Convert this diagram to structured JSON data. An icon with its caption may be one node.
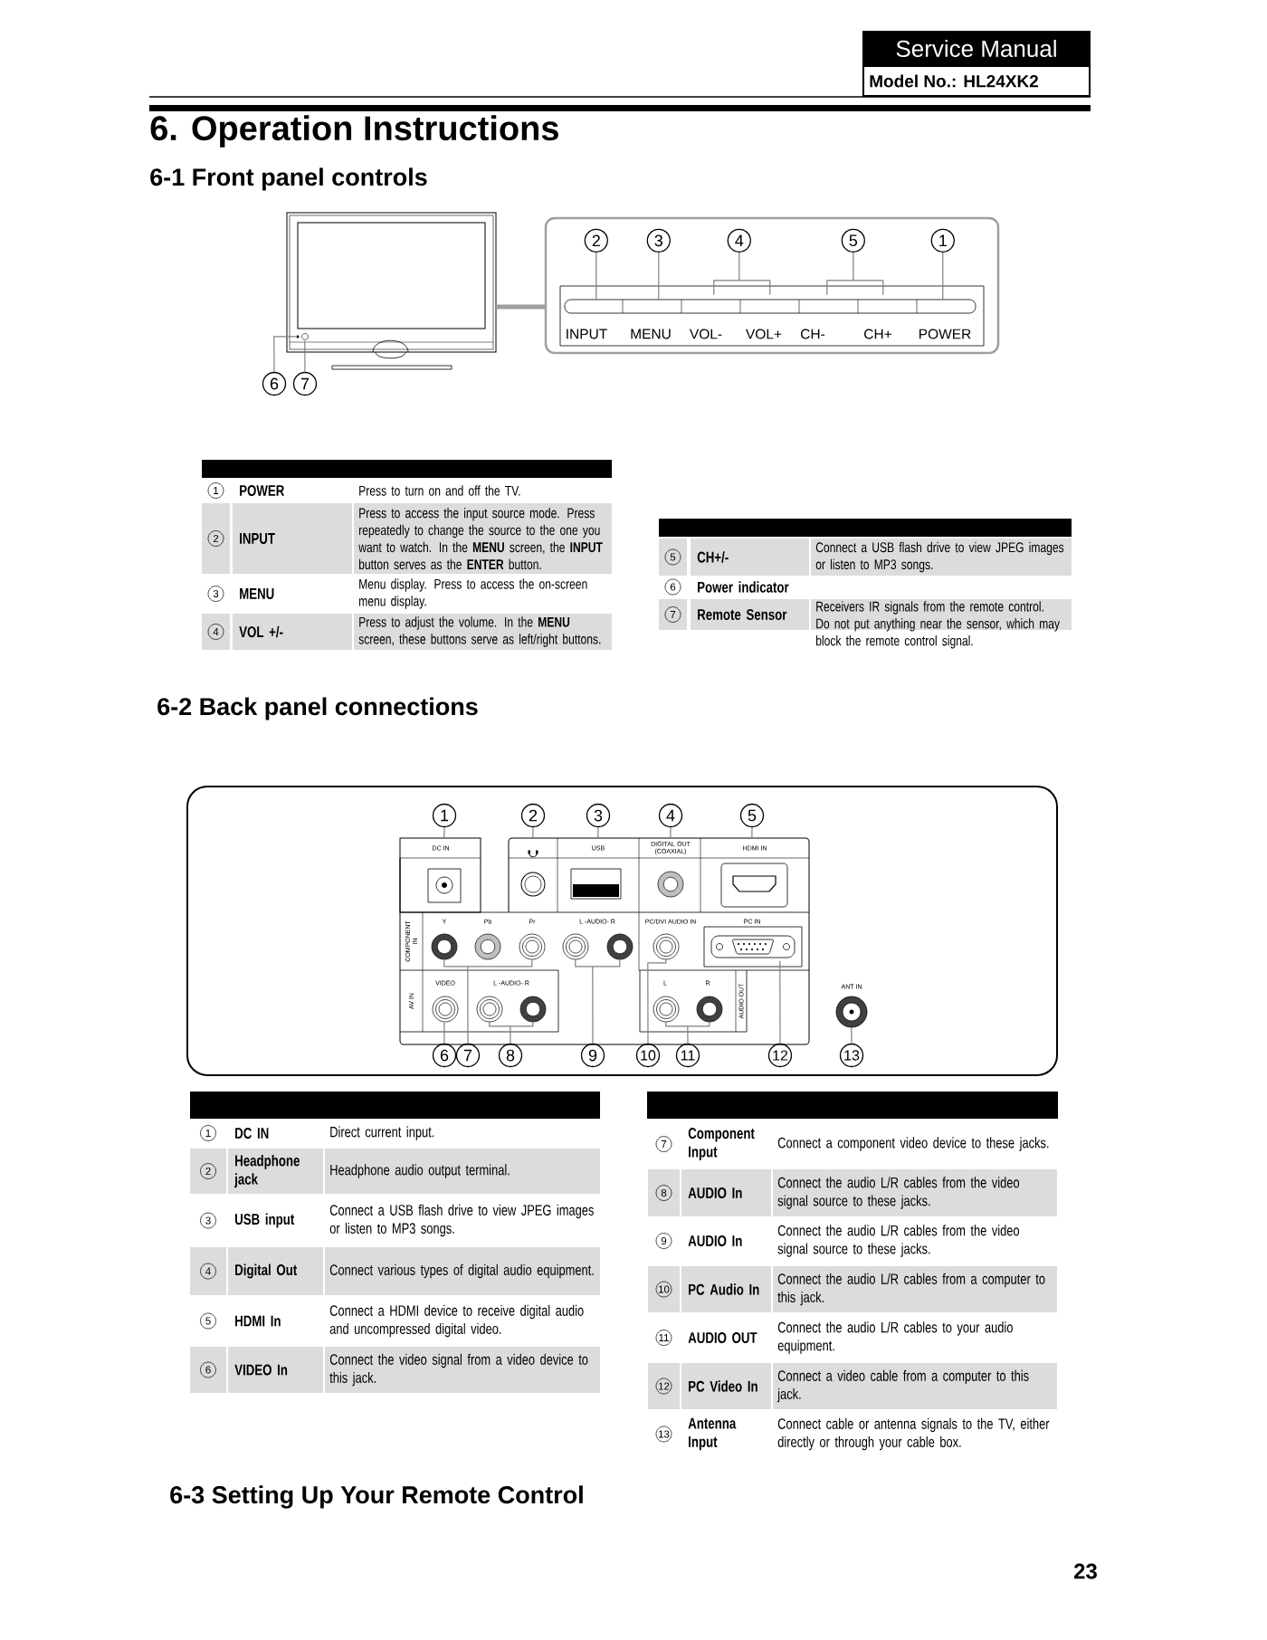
{
  "diagram": {
    "title": "6. Operation Instructions",
    "nodes": [
      {
        "text": [
          "2"
        ],
        "in": 21
      },
      {
        "text": [
          "3"
        ],
        "in": 21
      },
      {
        "text": [
          "4"
        ],
        "in": 21
      },
      {
        "text": [
          "5"
        ],
        "in": 21
      },
      {
        "text": [
          "1"
        ],
        "in": 21
      },
      {
        "text": [
          "6"
        ]
      },
      {
        "text": [
          "7"
        ]
      },
      {
        "text": [
          "1"
        ]
      },
      {
        "text": [
          "2"
        ]
      },
      {
        "text": [
          "3"
        ]
      },
      {
        "text": [
          "4"
        ]
      },
      {
        "text": [
          "5"
        ]
      },
      {
        "text": [
          "6"
        ]
      },
      {
        "text": [
          "7"
        ]
      },
      {
        "text": [
          "8"
        ]
      },
      {
        "text": [
          "9"
        ]
      },
      {
        "text": [
          "10"
        ]
      },
      {
        "text": [
          "11"
        ]
      },
      {
        "text": [
          "12"
        ]
      },
      {
        "text": [
          "13"
        ]
      },
      {
        "text": [],
        "shape": "picture"
      },
      {
        "text": [],
        "shape": "picture"
      },
      {
        "text": [],
        "shape": "picture"
      }
    ],
    "edges": [
      {
        "from": 0,
        "to": 21,
        "arrow": "none"
      },
      {
        "from": 1,
        "to": 21,
        "arrow": "none"
      },
      {
        "from": 2,
        "to": 21,
        "arrow": "none"
      },
      {
        "from": 3,
        "to": 21,
        "arrow": "none"
      },
      {
        "from": 4,
        "to": 21,
        "arrow": "none"
      },
      {
        "from": 5,
        "to": 20,
        "arrow": "none"
      },
      {
        "from": 6,
        "to": 20,
        "arrow": "none"
      },
      {
        "from": 7,
        "to": 22,
        "arrow": "none"
      },
      {
        "from": 8,
        "to": 22,
        "arrow": "none"
      },
      {
        "from": 9,
        "to": 22,
        "arrow": "none"
      },
      {
        "from": 10,
        "to": 22,
        "arrow": "none"
      },
      {
        "from": 11,
        "to": 22,
        "arrow": "none"
      },
      {
        "from": 12,
        "to": 22,
        "arrow": "none"
      },
      {
        "from": 13,
        "to": 22,
        "arrow": "none"
      },
      {
        "from": 14,
        "to": 22,
        "arrow": "none"
      },
      {
        "from": 15,
        "to": 22,
        "arrow": "none"
      },
      {
        "from": 16,
        "to": 22,
        "arrow": "none"
      },
      {
        "from": 17,
        "to": 22,
        "arrow": "none"
      },
      {
        "from": 18,
        "to": 22,
        "arrow": "none"
      },
      {
        "from": 19,
        "to": 22,
        "arrow": "none"
      },
      {
        "from": 20,
        "to": 21,
        "arrow": "none",
        "style": "thick"
      }
    ],
    "labels": [
      "Service Manual",
      "Model No.: HL24XK2",
      "6-1 Front panel controls",
      "INPUT",
      "MENU",
      "VOL-",
      "VOL+",
      "CH-",
      "CH+",
      "POWER",
      "1",
      "POWER",
      "Press to turn on and off the TV.",
      "2",
      "INPUT",
      "Press to access the input source mode. Press repeatedly to change the source to the one you want to watch. In the **MENU** screen, the **INPUT** button serves as the **ENTER** button.",
      "3",
      "MENU",
      "Menu display. Press to access the on-screen menu display.",
      "4",
      "VOL +/-",
      "Press to adjust the volume. In the **MENU** screen, these buttons serve as left/right buttons.",
      "5",
      "CH+/-",
      "Connect a USB flash drive to view JPEG images or listen to MP3 songs.",
      "6",
      "Power indicator",
      "7",
      "Remote Sensor",
      "Receivers IR signals from the remote control. Do not put anything near the sensor, which may block the remote control signal.",
      "6-2 Back panel connections",
      "DC IN",
      "USB",
      "DIGITAL OUT (COAXIAL)",
      "HDMI IN",
      "COMPONENT IN",
      "Y",
      "Pb",
      "Pr",
      "L -AUDIO- R",
      "PC/DVI AUDIO IN",
      "PC IN",
      "AV IN",
      "VIDEO",
      "L -AUDIO- R",
      "L",
      "R",
      "AUDIO OUT",
      "ANT IN",
      "1",
      "DC IN",
      "Direct current input.",
      "2",
      "Headphone jack",
      "Headphone audio output terminal.",
      "3",
      "USB input",
      "Connect a USB flash drive to view JPEG images or listen to MP3 songs.",
      "4",
      "Digital Out",
      "Connect various types of digital audio equipment.",
      "5",
      "HDMI In",
      "Connect a HDMI device to receive digital audio and uncompressed digital video.",
      "6",
      "VIDEO In",
      "Connect the video signal from a video device to this jack.",
      "7",
      "Component Input",
      "Connect a component video device to these jacks.",
      "8",
      "AUDIO In",
      "Connect the audio L/R cables from the video signal source to these jacks.",
      "9",
      "AUDIO In",
      "Connect the audio L/R cables from the video signal source to these jacks.",
      "10",
      "PC Audio In",
      "Connect the audio L/R cables from a computer to this jack.",
      "11",
      "AUDIO OUT",
      "Connect the audio L/R cables to your audio equipment.",
      "12",
      "PC Video In",
      "Connect a video cable from a computer to this jack.",
      "13",
      "Antenna Input",
      "Connect cable or antenna signals to the TV, either directly or through your cable box.",
      "6-3 Setting Up Your Remote Control",
      "23"
    ]
  }
}
